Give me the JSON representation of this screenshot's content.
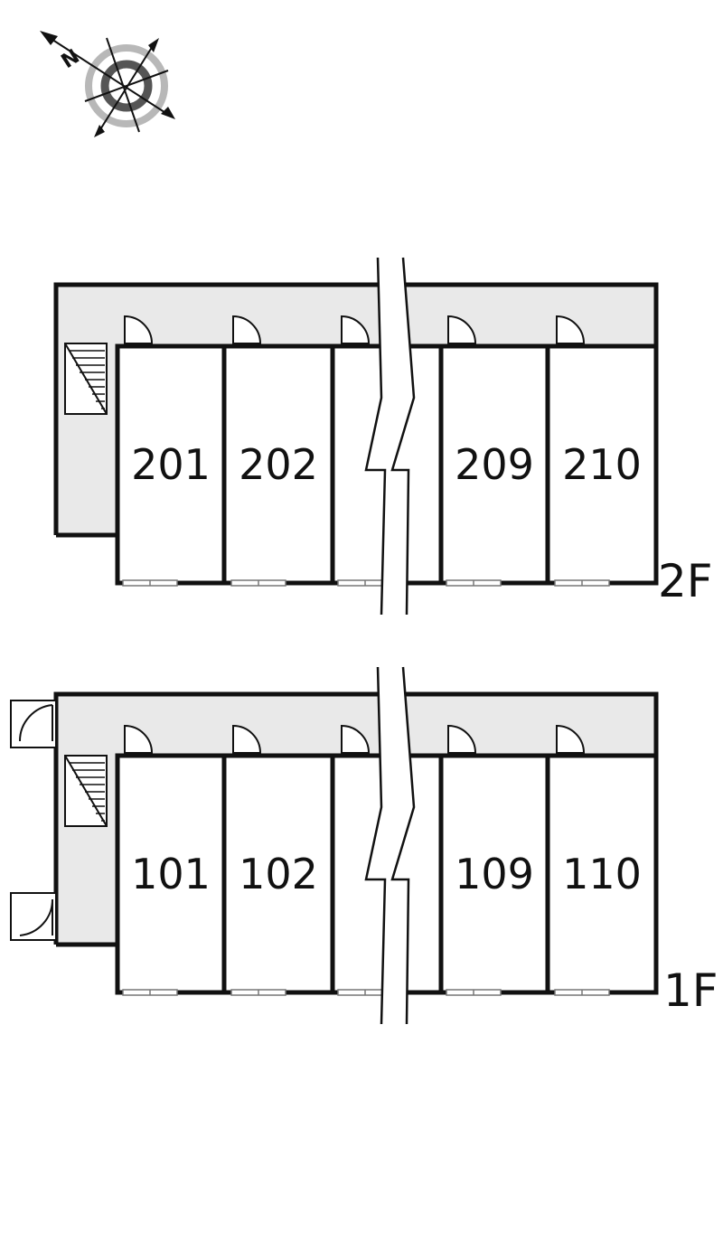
{
  "compass": {
    "north_label": "N"
  },
  "floors": [
    {
      "label": "2F",
      "units": [
        "201",
        "202",
        "209",
        "210"
      ]
    },
    {
      "label": "1F",
      "units": [
        "101",
        "102",
        "109",
        "110"
      ]
    }
  ],
  "colors": {
    "corridor": "#e9e9e9",
    "wall": "#111111",
    "compass_ring": "#9a9a9a",
    "window": "#9a9a9a"
  }
}
